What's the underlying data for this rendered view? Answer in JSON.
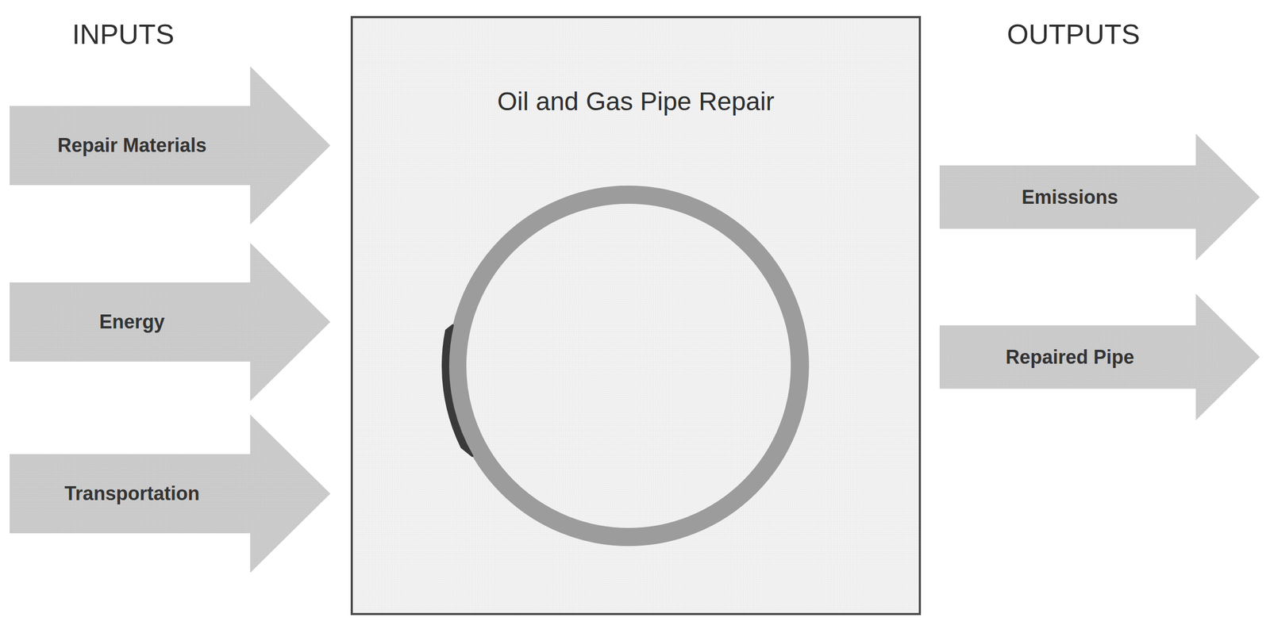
{
  "diagram": {
    "nodes": [
      {
        "text": [
          "Repair Materials"
        ]
      },
      {
        "text": [
          "Energy"
        ]
      },
      {
        "text": [
          "Transportation"
        ]
      },
      {
        "text": [
          "Oil and Gas Pipe Repair"
        ]
      },
      {
        "text": [
          "Emissions"
        ]
      },
      {
        "text": [
          "Repaired Pipe"
        ]
      }
    ],
    "labels": [
      "INPUTS",
      "OUTPUTS"
    ]
  }
}
